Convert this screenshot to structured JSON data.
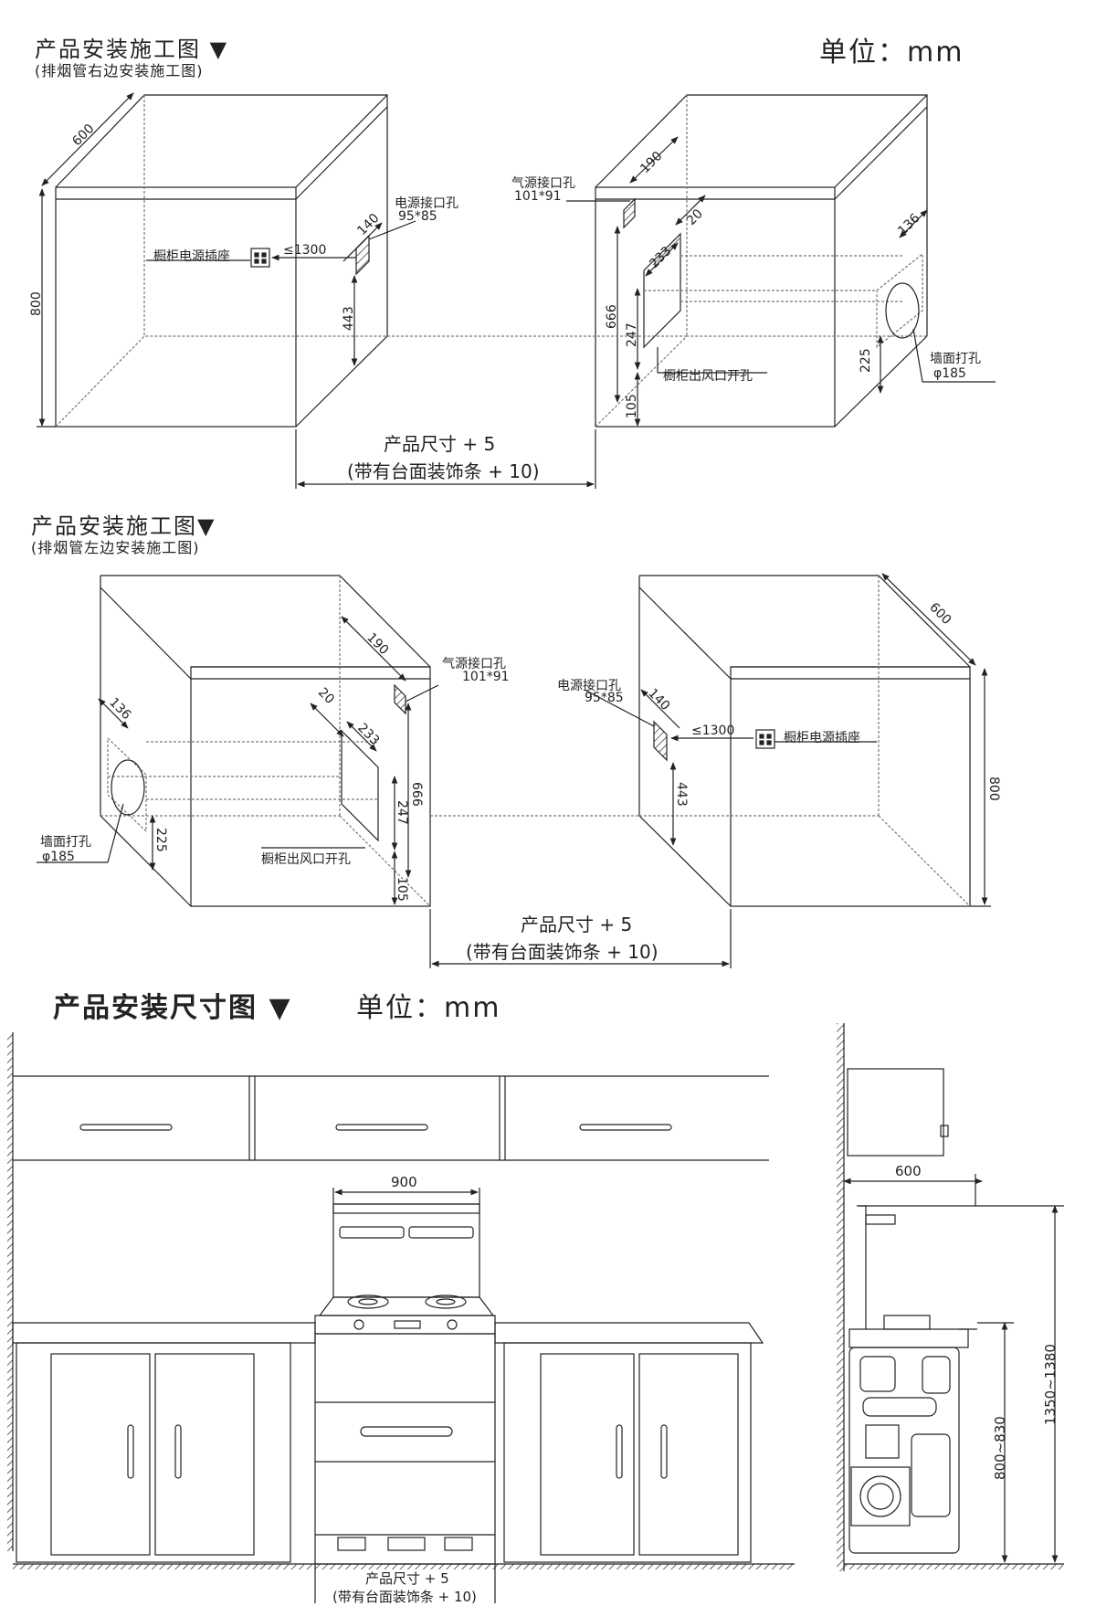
{
  "section1": {
    "title": "产品安装施工图 ▼",
    "subtitle": "(排烟管右边安装施工图)",
    "unit": "单位：mm",
    "left_box": {
      "dim_depth": "600",
      "dim_height": "800",
      "socket_label": "橱柜电源插座",
      "dist_label": "≤1300",
      "power_hole_label": "电源接口孔",
      "power_hole_size": "95*85",
      "dim_140": "140",
      "dim_443": "443"
    },
    "right_box": {
      "gas_hole_label": "气源接口孔",
      "gas_hole_size": "101*91",
      "dim_190": "190",
      "dim_20": "20",
      "dim_233": "233",
      "dim_136": "136",
      "dim_666": "666",
      "dim_247": "247",
      "dim_105": "105",
      "dim_225": "225",
      "vent_label": "橱柜出风口开孔",
      "wall_label": "墙面打孔",
      "wall_size": "φ185"
    },
    "width_caption_1": "产品尺寸 + 5",
    "width_caption_2": "(带有台面装饰条 + 10)"
  },
  "section2": {
    "title": "产品安装施工图▼",
    "subtitle": "(排烟管左边安装施工图)",
    "left_box": {
      "dim_190": "190",
      "gas_hole_label": "气源接口孔",
      "gas_hole_size": "101*91",
      "dim_136": "136",
      "dim_20": "20",
      "dim_233": "233",
      "dim_666": "666",
      "dim_247": "247",
      "dim_105": "105",
      "dim_225": "225",
      "wall_label": "墙面打孔",
      "wall_size": "φ185",
      "vent_label": "橱柜出风口开孔"
    },
    "right_box": {
      "dim_depth": "600",
      "power_hole_label": "电源接口孔",
      "power_hole_size": "95*85",
      "dim_140": "140",
      "dist_label": "≤1300",
      "socket_label": "橱柜电源插座",
      "dim_443": "443",
      "dim_height": "800"
    },
    "width_caption_1": "产品尺寸 + 5",
    "width_caption_2": "(带有台面装饰条 + 10)"
  },
  "section3": {
    "title": "产品安装尺寸图 ▼",
    "unit": "单位：mm",
    "dim_900": "900",
    "width_caption_1": "产品尺寸 + 5",
    "width_caption_2": "(带有台面装饰条 + 10)",
    "side_dim_600": "600",
    "side_dim_counter": "800~830",
    "side_dim_total": "1350~1380"
  }
}
